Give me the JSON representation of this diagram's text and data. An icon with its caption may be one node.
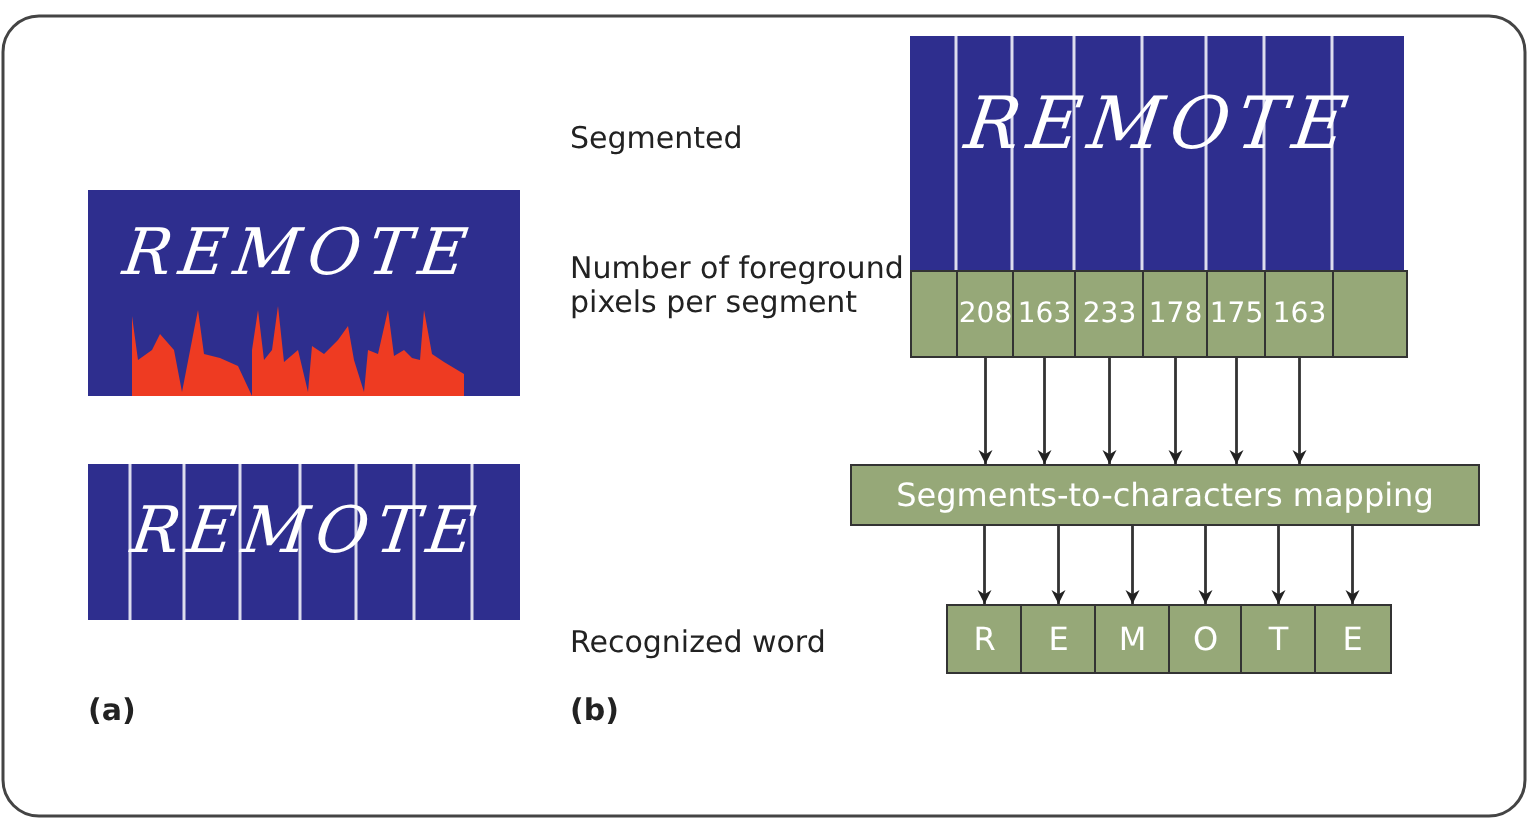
{
  "diagram": {
    "nodes": [
      {
        "text": [],
        "shape": "box"
      },
      {
        "text": [
          "208"
        ]
      },
      {
        "text": [
          "163"
        ]
      },
      {
        "text": [
          "233"
        ]
      },
      {
        "text": [
          "178"
        ]
      },
      {
        "text": [
          "175"
        ]
      },
      {
        "text": [
          "163"
        ]
      },
      {
        "text": [],
        "shape": "box"
      },
      {
        "text": [
          "Segments-to-characters mapping"
        ]
      },
      {
        "text": [
          "R"
        ]
      },
      {
        "text": [
          "E"
        ]
      },
      {
        "text": [
          "M"
        ]
      },
      {
        "text": [
          "O"
        ]
      },
      {
        "text": [
          "T"
        ]
      },
      {
        "text": [
          "E"
        ]
      }
    ],
    "edges": [
      {
        "from": 1,
        "to": 8,
        "arrow": "to"
      },
      {
        "from": 2,
        "to": 8,
        "arrow": "to"
      },
      {
        "from": 3,
        "to": 8,
        "arrow": "to"
      },
      {
        "from": 4,
        "to": 8,
        "arrow": "to"
      },
      {
        "from": 5,
        "to": 8,
        "arrow": "to"
      },
      {
        "from": 6,
        "to": 8,
        "arrow": "to"
      },
      {
        "from": 8,
        "to": 9,
        "arrow": "to"
      },
      {
        "from": 8,
        "to": 10,
        "arrow": "to"
      },
      {
        "from": 8,
        "to": 11,
        "arrow": "to"
      },
      {
        "from": 8,
        "to": 12,
        "arrow": "to"
      },
      {
        "from": 8,
        "to": 13,
        "arrow": "to"
      },
      {
        "from": 8,
        "to": 14,
        "arrow": "to"
      }
    ],
    "labels": [
      "REMOTE",
      "REMOTE",
      "Segmented",
      "REMOTE",
      "Number of foreground pixels per segment",
      "Recognized word",
      "(a)",
      "(b)"
    ]
  }
}
